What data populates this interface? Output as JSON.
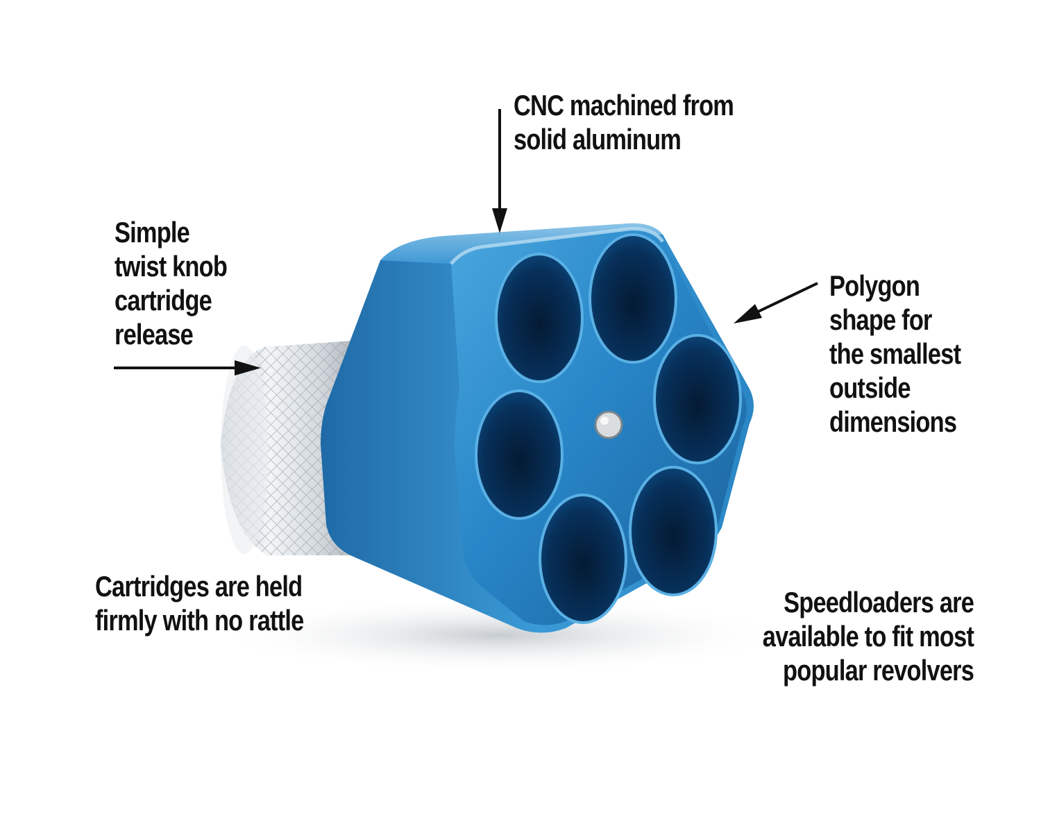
{
  "callouts": {
    "cnc": {
      "lines": [
        "CNC machined from",
        "solid aluminum"
      ]
    },
    "knob": {
      "lines": [
        "Simple",
        "twist knob",
        "cartridge",
        "release"
      ]
    },
    "polygon": {
      "lines": [
        "Polygon",
        "shape for",
        "the smallest",
        "outside",
        "dimensions"
      ]
    },
    "cartridges": {
      "lines": [
        "Cartridges are held",
        "firmly with no rattle"
      ]
    },
    "speedloaders": {
      "lines": [
        "Speedloaders are",
        "available to fit most",
        "popular revolvers"
      ]
    }
  },
  "colors": {
    "background": "#ffffff",
    "text": "#111111",
    "loader_body": "#2a8ccc",
    "chamber": "#062c52",
    "knob": "#d8dde2"
  },
  "icons": [
    "arrow-down-icon",
    "arrow-right-icon",
    "arrow-left-icon"
  ]
}
